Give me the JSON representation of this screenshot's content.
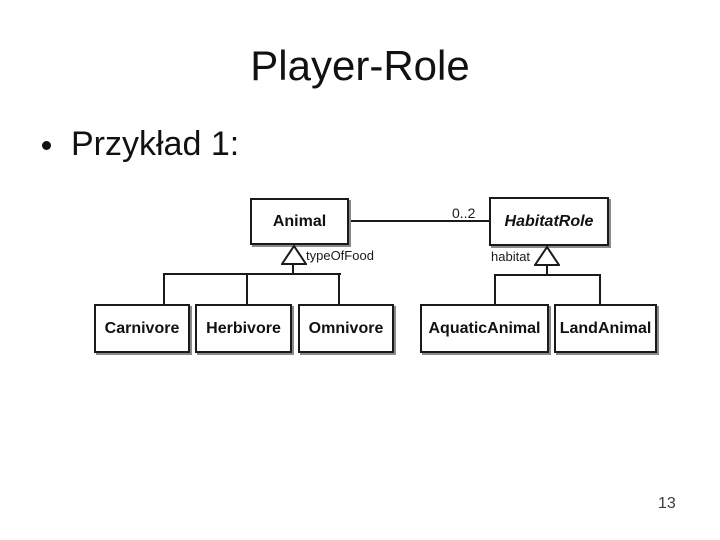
{
  "slide": {
    "title": "Player-Role",
    "bullet": "Przykład 1:",
    "page_number": "13"
  },
  "colors": {
    "ink": "#1a1a1a",
    "background": "#ffffff"
  },
  "diagram": {
    "type": "uml-class-diagram",
    "classes": [
      {
        "id": "animal",
        "label": "Animal"
      },
      {
        "id": "habitatrole",
        "label": "HabitatRole"
      },
      {
        "id": "carnivore",
        "label": "Carnivore"
      },
      {
        "id": "herbivore",
        "label": "Herbivore"
      },
      {
        "id": "omnivore",
        "label": "Omnivore"
      },
      {
        "id": "aquaticanimal",
        "label": "AquaticAnimal"
      },
      {
        "id": "landanimal",
        "label": "LandAnimal"
      }
    ],
    "association": {
      "from": "Animal",
      "to": "HabitatRole",
      "multiplicity": "0..2"
    },
    "generalizations": [
      {
        "parent": "Animal",
        "discriminator": "typeOfFood",
        "children": [
          "Carnivore",
          "Herbivore",
          "Omnivore"
        ]
      },
      {
        "parent": "HabitatRole",
        "discriminator": "habitat",
        "children": [
          "AquaticAnimal",
          "LandAnimal"
        ]
      }
    ]
  }
}
